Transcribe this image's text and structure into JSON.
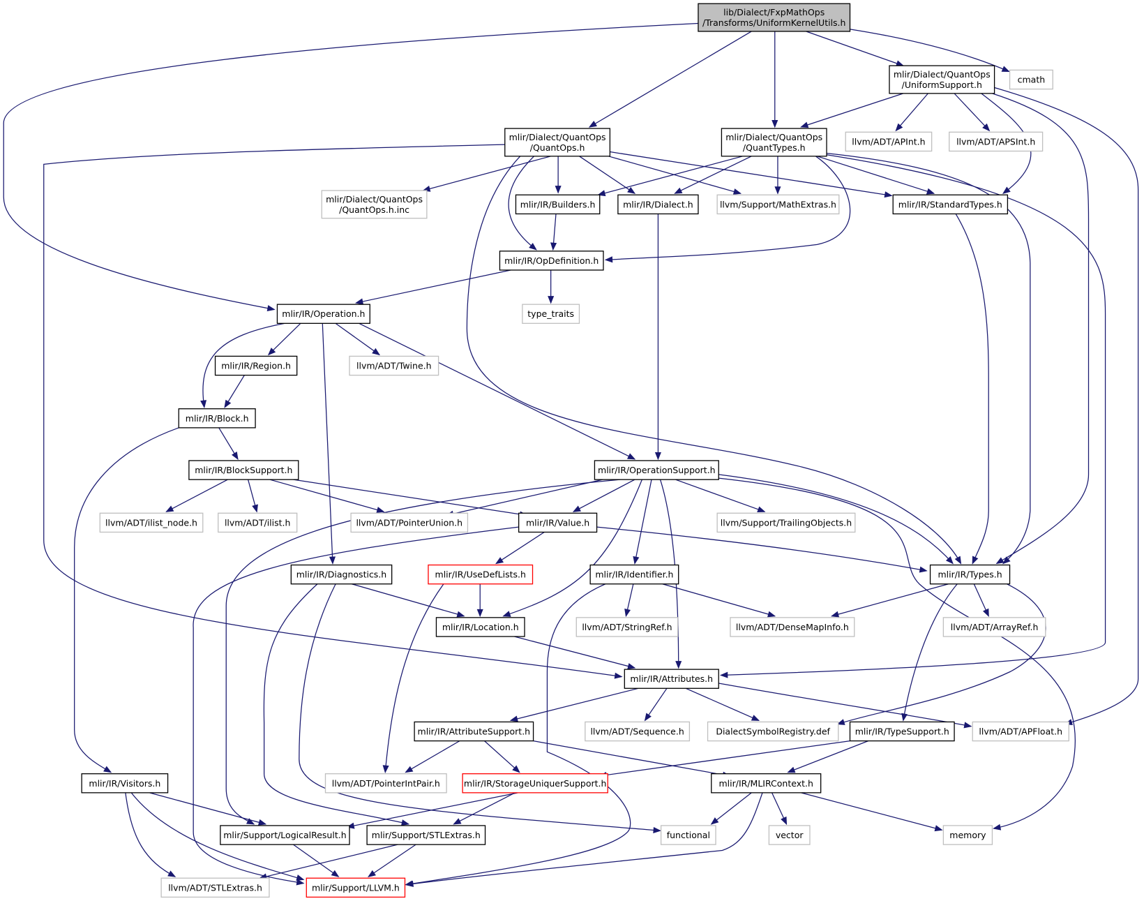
{
  "diagram": {
    "style": {
      "edge_color": "#191970",
      "root_fill": "#bfbfbf",
      "normal_border": "#000000",
      "external_border": "#bfbfbf",
      "truncated_border": "#ff0000"
    },
    "nodes": [
      {
        "id": "root",
        "lines": [
          "lib/Dialect/FxpMathOps",
          "/Transforms/UniformKernelUtils.h"
        ],
        "kind": "root"
      },
      {
        "id": "cmath",
        "lines": [
          "cmath"
        ],
        "kind": "external"
      },
      {
        "id": "uniformsupport",
        "lines": [
          "mlir/Dialect/QuantOps",
          "/UniformSupport.h"
        ],
        "kind": "normal"
      },
      {
        "id": "quantops",
        "lines": [
          "mlir/Dialect/QuantOps",
          "/QuantOps.h"
        ],
        "kind": "normal"
      },
      {
        "id": "quanttypes",
        "lines": [
          "mlir/Dialect/QuantOps",
          "/QuantTypes.h"
        ],
        "kind": "normal"
      },
      {
        "id": "apint",
        "lines": [
          "llvm/ADT/APInt.h"
        ],
        "kind": "external"
      },
      {
        "id": "apsint",
        "lines": [
          "llvm/ADT/APSInt.h"
        ],
        "kind": "external"
      },
      {
        "id": "quantopsinc",
        "lines": [
          "mlir/Dialect/QuantOps",
          "/QuantOps.h.inc"
        ],
        "kind": "external"
      },
      {
        "id": "builders",
        "lines": [
          "mlir/IR/Builders.h"
        ],
        "kind": "normal"
      },
      {
        "id": "dialect",
        "lines": [
          "mlir/IR/Dialect.h"
        ],
        "kind": "normal"
      },
      {
        "id": "mathextras",
        "lines": [
          "llvm/Support/MathExtras.h"
        ],
        "kind": "external"
      },
      {
        "id": "standardtypes",
        "lines": [
          "mlir/IR/StandardTypes.h"
        ],
        "kind": "normal"
      },
      {
        "id": "opdefinition",
        "lines": [
          "mlir/IR/OpDefinition.h"
        ],
        "kind": "normal"
      },
      {
        "id": "operation",
        "lines": [
          "mlir/IR/Operation.h"
        ],
        "kind": "normal"
      },
      {
        "id": "typetraits",
        "lines": [
          "type_traits"
        ],
        "kind": "external"
      },
      {
        "id": "region",
        "lines": [
          "mlir/IR/Region.h"
        ],
        "kind": "normal"
      },
      {
        "id": "twine",
        "lines": [
          "llvm/ADT/Twine.h"
        ],
        "kind": "external"
      },
      {
        "id": "block",
        "lines": [
          "mlir/IR/Block.h"
        ],
        "kind": "normal"
      },
      {
        "id": "blocksupport",
        "lines": [
          "mlir/IR/BlockSupport.h"
        ],
        "kind": "normal"
      },
      {
        "id": "operationsupport",
        "lines": [
          "mlir/IR/OperationSupport.h"
        ],
        "kind": "normal"
      },
      {
        "id": "ilistnode",
        "lines": [
          "llvm/ADT/ilist_node.h"
        ],
        "kind": "external"
      },
      {
        "id": "ilist",
        "lines": [
          "llvm/ADT/ilist.h"
        ],
        "kind": "external"
      },
      {
        "id": "pointerunion",
        "lines": [
          "llvm/ADT/PointerUnion.h"
        ],
        "kind": "external"
      },
      {
        "id": "value",
        "lines": [
          "mlir/IR/Value.h"
        ],
        "kind": "normal"
      },
      {
        "id": "trailingobjects",
        "lines": [
          "llvm/Support/TrailingObjects.h"
        ],
        "kind": "external"
      },
      {
        "id": "diagnostics",
        "lines": [
          "mlir/IR/Diagnostics.h"
        ],
        "kind": "normal"
      },
      {
        "id": "usedeflists",
        "lines": [
          "mlir/IR/UseDefLists.h"
        ],
        "kind": "truncated"
      },
      {
        "id": "identifier",
        "lines": [
          "mlir/IR/Identifier.h"
        ],
        "kind": "normal"
      },
      {
        "id": "types",
        "lines": [
          "mlir/IR/Types.h"
        ],
        "kind": "normal"
      },
      {
        "id": "location",
        "lines": [
          "mlir/IR/Location.h"
        ],
        "kind": "normal"
      },
      {
        "id": "stringref",
        "lines": [
          "llvm/ADT/StringRef.h"
        ],
        "kind": "external"
      },
      {
        "id": "densemapinfo",
        "lines": [
          "llvm/ADT/DenseMapInfo.h"
        ],
        "kind": "external"
      },
      {
        "id": "arrayref",
        "lines": [
          "llvm/ADT/ArrayRef.h"
        ],
        "kind": "external"
      },
      {
        "id": "attributes",
        "lines": [
          "mlir/IR/Attributes.h"
        ],
        "kind": "normal"
      },
      {
        "id": "attributesupport",
        "lines": [
          "mlir/IR/AttributeSupport.h"
        ],
        "kind": "normal"
      },
      {
        "id": "sequence",
        "lines": [
          "llvm/ADT/Sequence.h"
        ],
        "kind": "external"
      },
      {
        "id": "dialectsymbolregistry",
        "lines": [
          "DialectSymbolRegistry.def"
        ],
        "kind": "external"
      },
      {
        "id": "typesupport",
        "lines": [
          "mlir/IR/TypeSupport.h"
        ],
        "kind": "normal"
      },
      {
        "id": "apfloat",
        "lines": [
          "llvm/ADT/APFloat.h"
        ],
        "kind": "external"
      },
      {
        "id": "visitors",
        "lines": [
          "mlir/IR/Visitors.h"
        ],
        "kind": "normal"
      },
      {
        "id": "pointerintpair",
        "lines": [
          "llvm/ADT/PointerIntPair.h"
        ],
        "kind": "external"
      },
      {
        "id": "storageuniquersupport",
        "lines": [
          "mlir/IR/StorageUniquerSupport.h"
        ],
        "kind": "truncated"
      },
      {
        "id": "mlircontext",
        "lines": [
          "mlir/IR/MLIRContext.h"
        ],
        "kind": "normal"
      },
      {
        "id": "logicalresult",
        "lines": [
          "mlir/Support/LogicalResult.h"
        ],
        "kind": "normal"
      },
      {
        "id": "stlextras",
        "lines": [
          "mlir/Support/STLExtras.h"
        ],
        "kind": "normal"
      },
      {
        "id": "functional",
        "lines": [
          "functional"
        ],
        "kind": "external"
      },
      {
        "id": "vector",
        "lines": [
          "vector"
        ],
        "kind": "external"
      },
      {
        "id": "memory",
        "lines": [
          "memory"
        ],
        "kind": "external"
      },
      {
        "id": "llvmstlextras",
        "lines": [
          "llvm/ADT/STLExtras.h"
        ],
        "kind": "external"
      },
      {
        "id": "llvmh",
        "lines": [
          "mlir/Support/LLVM.h"
        ],
        "kind": "truncated"
      }
    ],
    "edges": [
      {
        "from": "root",
        "to": "operation"
      },
      {
        "from": "root",
        "to": "quantops"
      },
      {
        "from": "root",
        "to": "quanttypes"
      },
      {
        "from": "root",
        "to": "uniformsupport"
      },
      {
        "from": "root",
        "to": "cmath"
      },
      {
        "from": "uniformsupport",
        "to": "quanttypes"
      },
      {
        "from": "uniformsupport",
        "to": "apint"
      },
      {
        "from": "uniformsupport",
        "to": "apsint"
      },
      {
        "from": "uniformsupport",
        "to": "standardtypes"
      },
      {
        "from": "uniformsupport",
        "to": "types"
      },
      {
        "from": "uniformsupport",
        "to": "apfloat"
      },
      {
        "from": "quantops",
        "to": "quantopsinc"
      },
      {
        "from": "quantops",
        "to": "builders"
      },
      {
        "from": "quantops",
        "to": "dialect"
      },
      {
        "from": "quantops",
        "to": "mathextras"
      },
      {
        "from": "quantops",
        "to": "standardtypes"
      },
      {
        "from": "quantops",
        "to": "opdefinition"
      },
      {
        "from": "quantops",
        "to": "types"
      },
      {
        "from": "quantops",
        "to": "attributes"
      },
      {
        "from": "quanttypes",
        "to": "builders"
      },
      {
        "from": "quanttypes",
        "to": "dialect"
      },
      {
        "from": "quanttypes",
        "to": "mathextras"
      },
      {
        "from": "quanttypes",
        "to": "standardtypes"
      },
      {
        "from": "quanttypes",
        "to": "opdefinition"
      },
      {
        "from": "quanttypes",
        "to": "types"
      },
      {
        "from": "quanttypes",
        "to": "attributes"
      },
      {
        "from": "builders",
        "to": "opdefinition"
      },
      {
        "from": "dialect",
        "to": "operationsupport"
      },
      {
        "from": "standardtypes",
        "to": "types"
      },
      {
        "from": "opdefinition",
        "to": "operation"
      },
      {
        "from": "opdefinition",
        "to": "typetraits"
      },
      {
        "from": "operation",
        "to": "region"
      },
      {
        "from": "operation",
        "to": "twine"
      },
      {
        "from": "operation",
        "to": "block"
      },
      {
        "from": "operation",
        "to": "diagnostics"
      },
      {
        "from": "operation",
        "to": "operationsupport"
      },
      {
        "from": "region",
        "to": "block"
      },
      {
        "from": "block",
        "to": "blocksupport"
      },
      {
        "from": "block",
        "to": "visitors"
      },
      {
        "from": "blocksupport",
        "to": "ilistnode"
      },
      {
        "from": "blocksupport",
        "to": "ilist"
      },
      {
        "from": "blocksupport",
        "to": "pointerunion"
      },
      {
        "from": "blocksupport",
        "to": "value"
      },
      {
        "from": "operationsupport",
        "to": "pointerunion"
      },
      {
        "from": "operationsupport",
        "to": "value"
      },
      {
        "from": "operationsupport",
        "to": "trailingobjects"
      },
      {
        "from": "operationsupport",
        "to": "types"
      },
      {
        "from": "operationsupport",
        "to": "identifier"
      },
      {
        "from": "operationsupport",
        "to": "location"
      },
      {
        "from": "operationsupport",
        "to": "attributes"
      },
      {
        "from": "operationsupport",
        "to": "logicalresult"
      },
      {
        "from": "operationsupport",
        "to": "memory"
      },
      {
        "from": "value",
        "to": "usedeflists"
      },
      {
        "from": "value",
        "to": "types"
      },
      {
        "from": "value",
        "to": "llvmh"
      },
      {
        "from": "diagnostics",
        "to": "location"
      },
      {
        "from": "diagnostics",
        "to": "stlextras"
      },
      {
        "from": "diagnostics",
        "to": "functional"
      },
      {
        "from": "usedeflists",
        "to": "location"
      },
      {
        "from": "usedeflists",
        "to": "pointerintpair"
      },
      {
        "from": "identifier",
        "to": "stringref"
      },
      {
        "from": "identifier",
        "to": "densemapinfo"
      },
      {
        "from": "identifier",
        "to": "llvmh"
      },
      {
        "from": "types",
        "to": "densemapinfo"
      },
      {
        "from": "types",
        "to": "arrayref"
      },
      {
        "from": "types",
        "to": "typesupport"
      },
      {
        "from": "types",
        "to": "dialectsymbolregistry"
      },
      {
        "from": "location",
        "to": "attributes"
      },
      {
        "from": "attributes",
        "to": "attributesupport"
      },
      {
        "from": "attributes",
        "to": "sequence"
      },
      {
        "from": "attributes",
        "to": "dialectsymbolregistry"
      },
      {
        "from": "attributes",
        "to": "apfloat"
      },
      {
        "from": "attributesupport",
        "to": "pointerintpair"
      },
      {
        "from": "attributesupport",
        "to": "storageuniquersupport"
      },
      {
        "from": "attributesupport",
        "to": "mlircontext"
      },
      {
        "from": "typesupport",
        "to": "storageuniquersupport"
      },
      {
        "from": "typesupport",
        "to": "mlircontext"
      },
      {
        "from": "storageuniquersupport",
        "to": "logicalresult"
      },
      {
        "from": "storageuniquersupport",
        "to": "stlextras"
      },
      {
        "from": "mlircontext",
        "to": "functional"
      },
      {
        "from": "mlircontext",
        "to": "vector"
      },
      {
        "from": "mlircontext",
        "to": "memory"
      },
      {
        "from": "mlircontext",
        "to": "llvmh"
      },
      {
        "from": "visitors",
        "to": "logicalresult"
      },
      {
        "from": "visitors",
        "to": "llvmstlextras"
      },
      {
        "from": "visitors",
        "to": "llvmh"
      },
      {
        "from": "logicalresult",
        "to": "llvmh"
      },
      {
        "from": "stlextras",
        "to": "llvmstlextras"
      },
      {
        "from": "stlextras",
        "to": "llvmh"
      }
    ]
  }
}
